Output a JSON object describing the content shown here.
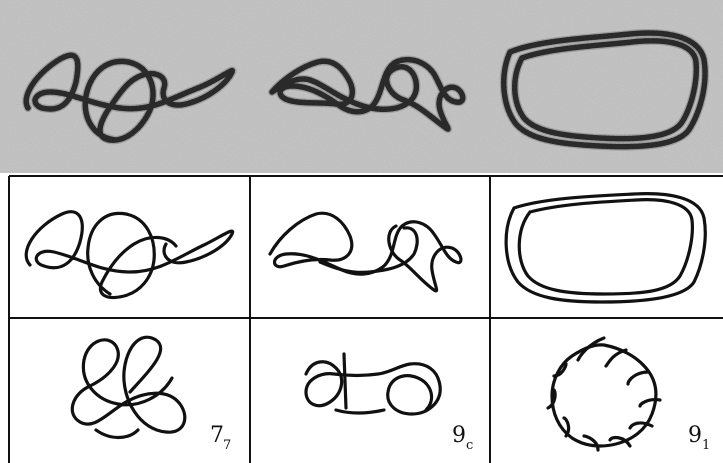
{
  "knots": [
    {
      "number": "7",
      "subscript": "7"
    },
    {
      "number": "9",
      "subscript": "c"
    },
    {
      "number": "9",
      "subscript": "1"
    }
  ]
}
